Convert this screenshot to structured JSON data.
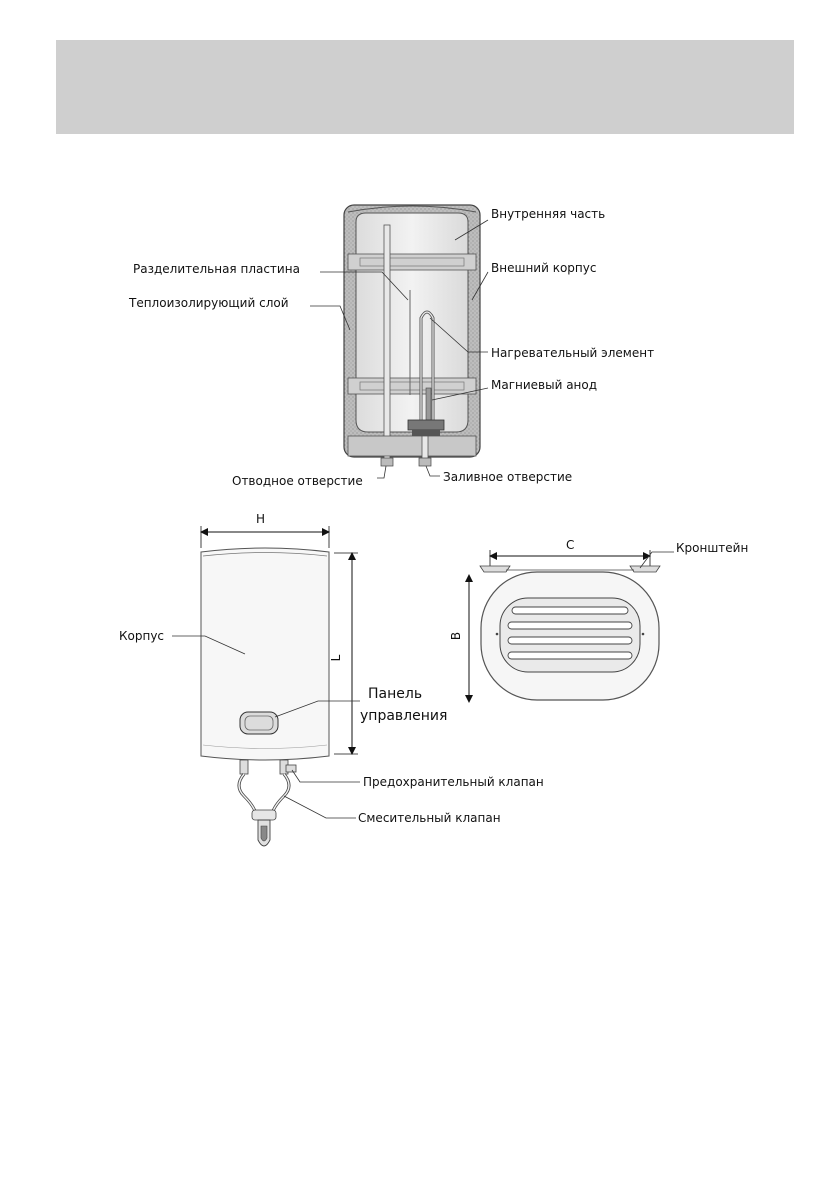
{
  "top_diagram": {
    "inner_part": "Внутренняя часть",
    "divider_plate": "Разделительная пластина",
    "outer_casing": "Внешний корпус",
    "insulation_layer": "Теплоизолирующий слой",
    "heating_element": "Нагревательный элемент",
    "magnesium_anode": "Магниевый анод",
    "outlet_hole": "Отводное отверстие",
    "inlet_hole": "Заливное отверстие"
  },
  "front_view": {
    "dim_width": "H",
    "dim_height": "L",
    "body": "Корпус",
    "control_panel_line1": "Панель",
    "control_panel_line2": "управления",
    "safety_valve": "Предохранительный клапан",
    "mixing_valve": "Смесительный клапан"
  },
  "top_view": {
    "dim_width": "C",
    "dim_depth": "B",
    "bracket": "Кронштейн"
  }
}
